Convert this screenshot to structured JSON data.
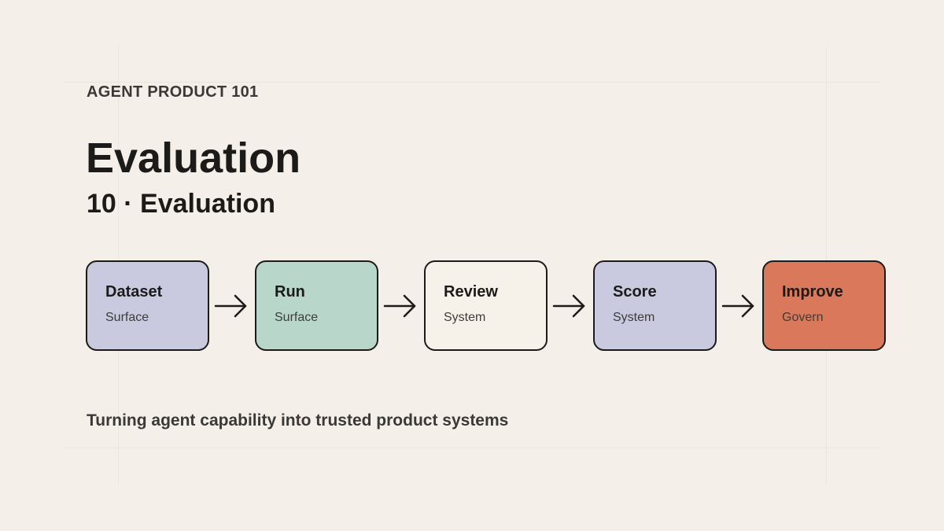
{
  "header": {
    "eyebrow": "AGENT PRODUCT 101",
    "title": "Evaluation",
    "subtitle": "10 · Evaluation"
  },
  "flow": {
    "steps": [
      {
        "label": "Dataset",
        "sub": "Surface",
        "color": "#c9c9df"
      },
      {
        "label": "Run",
        "sub": "Surface",
        "color": "#b9d6ca"
      },
      {
        "label": "Review",
        "sub": "System",
        "color": "#f6f2ea"
      },
      {
        "label": "Score",
        "sub": "System",
        "color": "#c9c9df"
      },
      {
        "label": "Improve",
        "sub": "Govern",
        "color": "#d9785b"
      }
    ]
  },
  "footer": {
    "tagline": "Turning agent capability into trusted product systems"
  }
}
